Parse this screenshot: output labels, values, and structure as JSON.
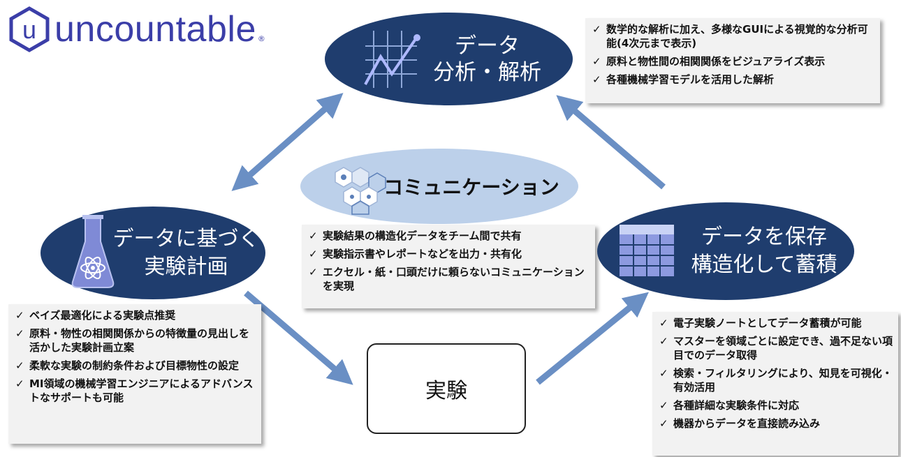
{
  "logo": {
    "text": "uncountable",
    "mark": "u",
    "registered": "®"
  },
  "analysis": {
    "title_line1": "データ",
    "title_line2": "分析・解析"
  },
  "planning": {
    "title_line1": "データに基づく",
    "title_line2": "実験計画"
  },
  "storage": {
    "title_line1": "データを保存",
    "title_line2": "構造化して蓄積"
  },
  "communication": {
    "title": "コミュニケーション"
  },
  "experiment": {
    "title": "実験"
  },
  "check_mark": "✓",
  "analysis_points": [
    "数学的な解析に加え、多様なGUIによる視覚的な分析可能(4次元まで表示)",
    "原料と物性間の相関関係をビジュアライズ表示",
    "各種機械学習モデルを活用した解析"
  ],
  "communication_points": [
    "実験結果の構造化データをチーム間で共有",
    "実験指示書やレポートなどを出力・共有化",
    "エクセル・紙・口頭だけに頼らないコミュニケーションを実現"
  ],
  "planning_points": [
    "ベイズ最適化による実験点推奨",
    "原料・物性の相関関係からの特徴量の見出しを活かした実験計画立案",
    "柔軟な実験の制約条件および目標物性の設定",
    "MI領域の機械学習エンジニアによるアドバンストなサポートも可能"
  ],
  "storage_points": [
    "電子実験ノートとしてデータ蓄積が可能",
    "マスターを領域ごとに設定でき、過不足ない項目でのデータ取得",
    "検索・フィルタリングにより、知見を可視化・有効活用",
    "各種詳細な実験条件に対応",
    "機器からデータを直接読み込み"
  ],
  "colors": {
    "ellipse_dark": "#1f3d6e",
    "ellipse_light": "#bcd0ea",
    "arrow": "#6a8fc4",
    "logo": "#3b3ea8"
  },
  "icons": [
    "logo-hexagon-icon",
    "line-chart-icon",
    "flask-atom-icon",
    "table-grid-icon",
    "hexagon-network-icon",
    "check-icon"
  ]
}
